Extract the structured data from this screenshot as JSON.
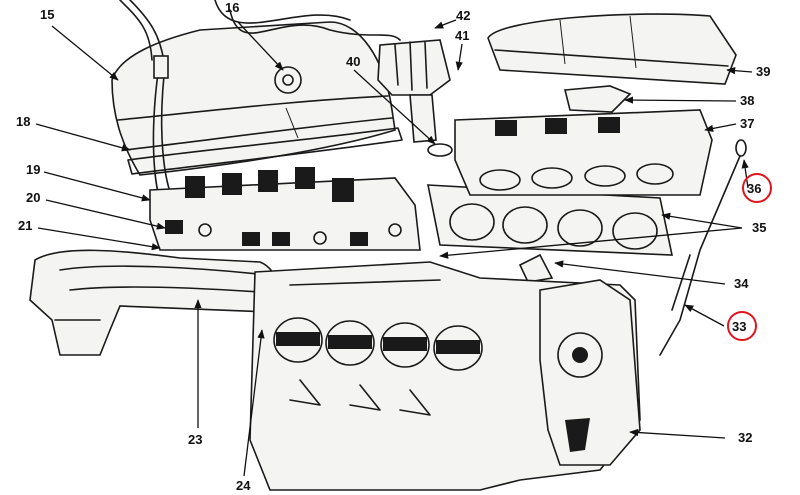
{
  "diagram": {
    "callouts": [
      {
        "id": "15",
        "label": "15"
      },
      {
        "id": "16",
        "label": "16"
      },
      {
        "id": "18",
        "label": "18"
      },
      {
        "id": "19",
        "label": "19"
      },
      {
        "id": "20",
        "label": "20"
      },
      {
        "id": "21",
        "label": "21"
      },
      {
        "id": "23",
        "label": "23"
      },
      {
        "id": "24",
        "label": "24"
      },
      {
        "id": "32",
        "label": "32"
      },
      {
        "id": "33",
        "label": "33",
        "highlighted": true
      },
      {
        "id": "34",
        "label": "34"
      },
      {
        "id": "35",
        "label": "35"
      },
      {
        "id": "36",
        "label": "36",
        "highlighted": true
      },
      {
        "id": "37",
        "label": "37"
      },
      {
        "id": "38",
        "label": "38"
      },
      {
        "id": "39",
        "label": "39"
      },
      {
        "id": "40",
        "label": "40"
      },
      {
        "id": "41",
        "label": "41"
      },
      {
        "id": "42",
        "label": "42"
      }
    ],
    "highlight_color": "#e0141e"
  }
}
